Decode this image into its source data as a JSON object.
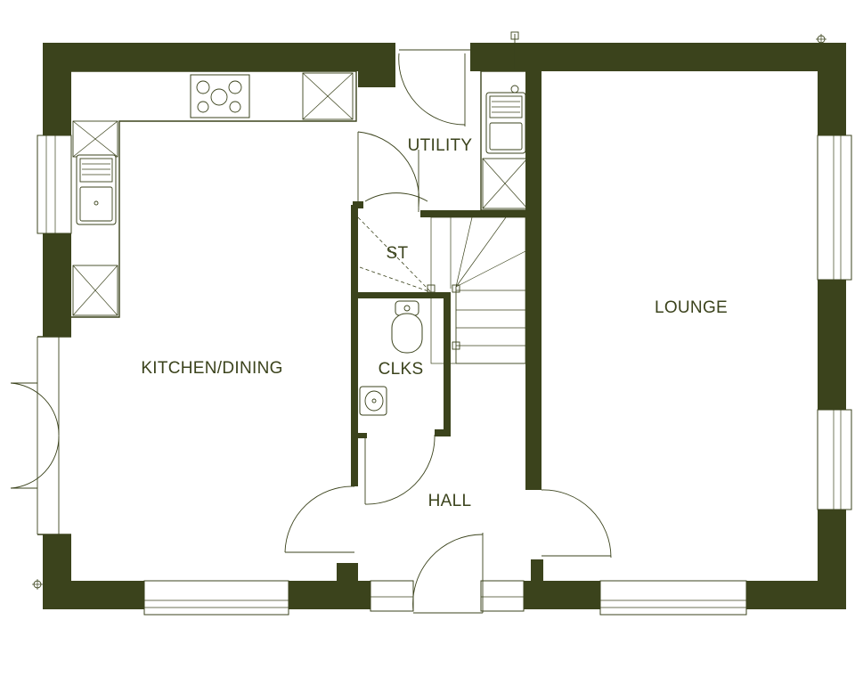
{
  "plan": {
    "wall_color": "#3b431c",
    "background": "#ffffff",
    "rooms": {
      "kitchen_dining": "KITCHEN/DINING",
      "utility": "UTILITY",
      "store": "ST",
      "cloakroom": "CLKS",
      "hall": "HALL",
      "lounge": "LOUNGE"
    },
    "fixtures": [
      "hob-icon",
      "sink-icon",
      "toilet-icon",
      "basin-icon",
      "washing-machine-icon",
      "staircase"
    ]
  }
}
